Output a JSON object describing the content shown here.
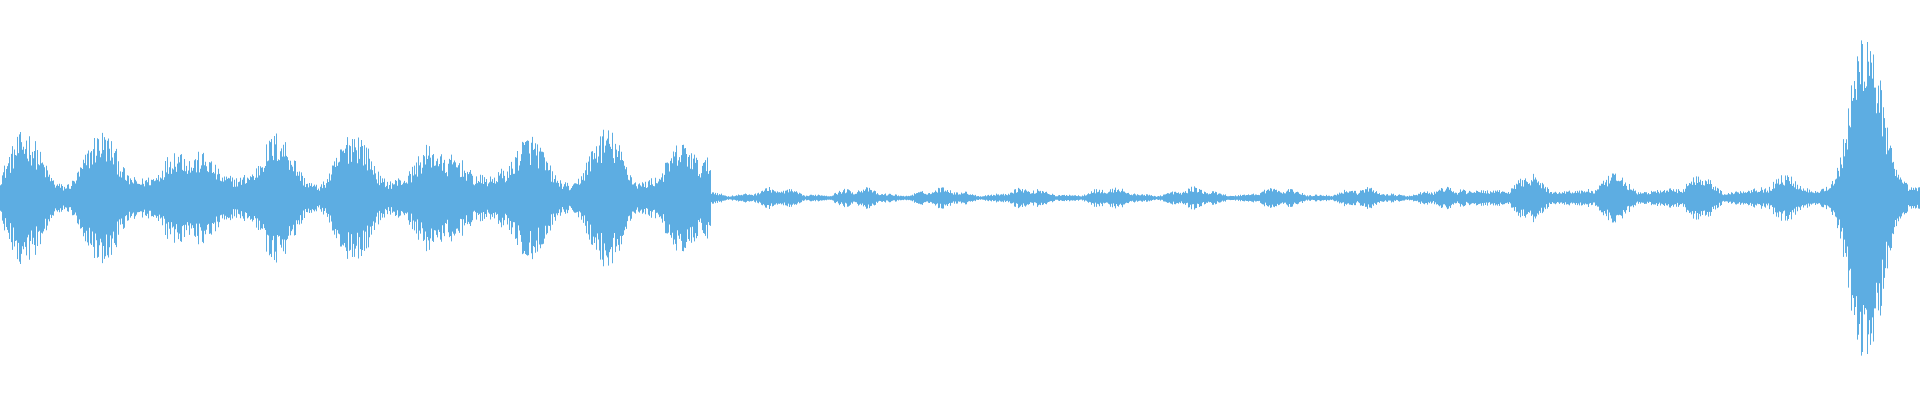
{
  "waveform": {
    "color": "#5dade2",
    "background": "#ffffff",
    "segments": [
      {
        "start": 0.0,
        "end": 0.37,
        "level": 0.35,
        "texture": "dense"
      },
      {
        "start": 0.37,
        "end": 0.76,
        "level": 0.06,
        "texture": "sparse"
      },
      {
        "start": 0.76,
        "end": 0.94,
        "level": 0.12,
        "texture": "medium"
      },
      {
        "start": 0.94,
        "end": 1.0,
        "level": 0.7,
        "texture": "dense"
      }
    ]
  }
}
